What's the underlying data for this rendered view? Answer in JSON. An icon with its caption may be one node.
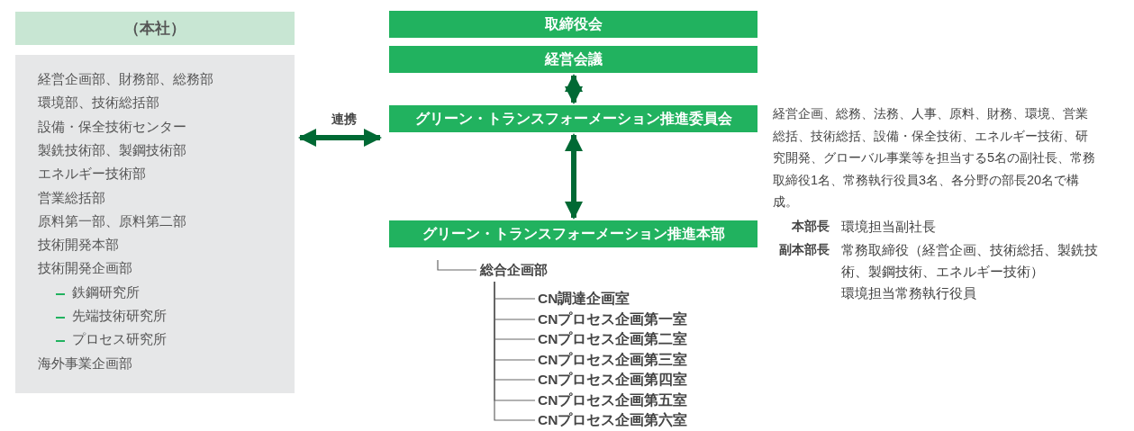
{
  "diagram": {
    "nodes": [
      {
        "text": [
          "（本社）"
        ]
      },
      {
        "text": [
          "経営企画部、財務部、総務部",
          "環境部、技術総括部",
          "設備・保全技術センター",
          "製銑技術部、製鋼技術部",
          "エネルギー技術部",
          "営業総括部",
          "原料第一部、原料第二部",
          "技術開発本部",
          "技術開発企画部",
          "鉄鋼研究所",
          "先端技術研究所",
          "プロセス研究所",
          "海外事業企画部"
        ]
      },
      {
        "text": [
          "取締役会"
        ]
      },
      {
        "text": [
          "経営会議"
        ]
      },
      {
        "text": [
          "グリーン・トランスフォーメーション推進委員会"
        ],
        "beside": [
          "経営企画、総務、法務、人事、原料、財務、環境、営業総括、技術総括、設備・保全技術、エネルギー技術、研究開発、グローバル事業等を担当する5名の副社長、常務取締役1名、常務執行役員3名、各分野の部長20名で構成。"
        ]
      },
      {
        "text": [
          "グリーン・トランスフォーメーション推進本部"
        ],
        "beside": [
          "本部長",
          "環境担当副社長",
          "副本部長",
          "常務取締役（経営企画、技術総括、製銑技術、製鋼技術、エネルギー技術）",
          "環境担当常務執行役員"
        ]
      },
      {
        "text": [
          "総合企画部"
        ]
      },
      {
        "text": [
          "CN調達企画室"
        ]
      },
      {
        "text": [
          "CNプロセス企画第一室"
        ]
      },
      {
        "text": [
          "CNプロセス企画第二室"
        ]
      },
      {
        "text": [
          "CNプロセス企画第三室"
        ]
      },
      {
        "text": [
          "CNプロセス企画第四室"
        ]
      },
      {
        "text": [
          "CNプロセス企画第五室"
        ]
      },
      {
        "text": [
          "CNプロセス企画第六室"
        ]
      }
    ],
    "edges": [
      {
        "from": 1,
        "to": 4,
        "arrow": "both",
        "label": "連携",
        "style": "thick",
        "color": "#006934"
      },
      {
        "from": 3,
        "to": 4,
        "arrow": "both",
        "style": "thick",
        "color": "#006934"
      },
      {
        "from": 4,
        "to": 5,
        "arrow": "both",
        "style": "thick",
        "color": "#006934"
      },
      {
        "from": 5,
        "to": 6,
        "arrow": "none"
      },
      {
        "from": 6,
        "to": 7,
        "arrow": "none"
      },
      {
        "from": 6,
        "to": 8,
        "arrow": "none"
      },
      {
        "from": 6,
        "to": 9,
        "arrow": "none"
      },
      {
        "from": 6,
        "to": 10,
        "arrow": "none"
      },
      {
        "from": 6,
        "to": 11,
        "arrow": "none"
      },
      {
        "from": 6,
        "to": 12,
        "arrow": "none"
      },
      {
        "from": 6,
        "to": 13,
        "arrow": "none"
      }
    ]
  }
}
